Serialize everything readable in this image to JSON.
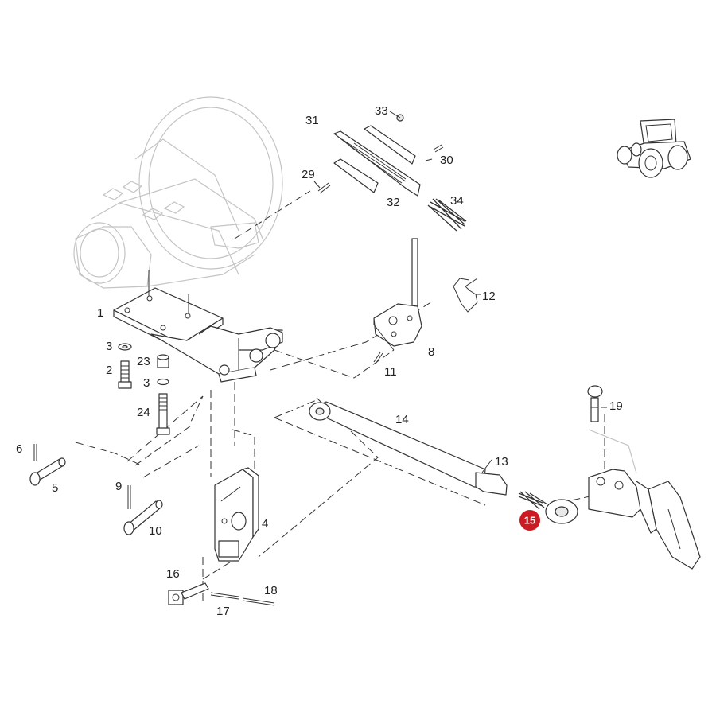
{
  "diagram": {
    "highlight_color": "#cc1a22",
    "callouts": [
      {
        "id": "1",
        "label": "1"
      },
      {
        "id": "2",
        "label": "2"
      },
      {
        "id": "3a",
        "label": "3"
      },
      {
        "id": "3b",
        "label": "3"
      },
      {
        "id": "4",
        "label": "4"
      },
      {
        "id": "5",
        "label": "5"
      },
      {
        "id": "6",
        "label": "6"
      },
      {
        "id": "8",
        "label": "8"
      },
      {
        "id": "9",
        "label": "9"
      },
      {
        "id": "10",
        "label": "10"
      },
      {
        "id": "11",
        "label": "11"
      },
      {
        "id": "12",
        "label": "12"
      },
      {
        "id": "13",
        "label": "13"
      },
      {
        "id": "14",
        "label": "14"
      },
      {
        "id": "16",
        "label": "16"
      },
      {
        "id": "17",
        "label": "17"
      },
      {
        "id": "18",
        "label": "18"
      },
      {
        "id": "19",
        "label": "19"
      },
      {
        "id": "23",
        "label": "23"
      },
      {
        "id": "24",
        "label": "24"
      },
      {
        "id": "29",
        "label": "29"
      },
      {
        "id": "30",
        "label": "30"
      },
      {
        "id": "31",
        "label": "31"
      },
      {
        "id": "32",
        "label": "32"
      },
      {
        "id": "33",
        "label": "33"
      },
      {
        "id": "34",
        "label": "34"
      }
    ],
    "highlighted": {
      "label": "15"
    }
  }
}
